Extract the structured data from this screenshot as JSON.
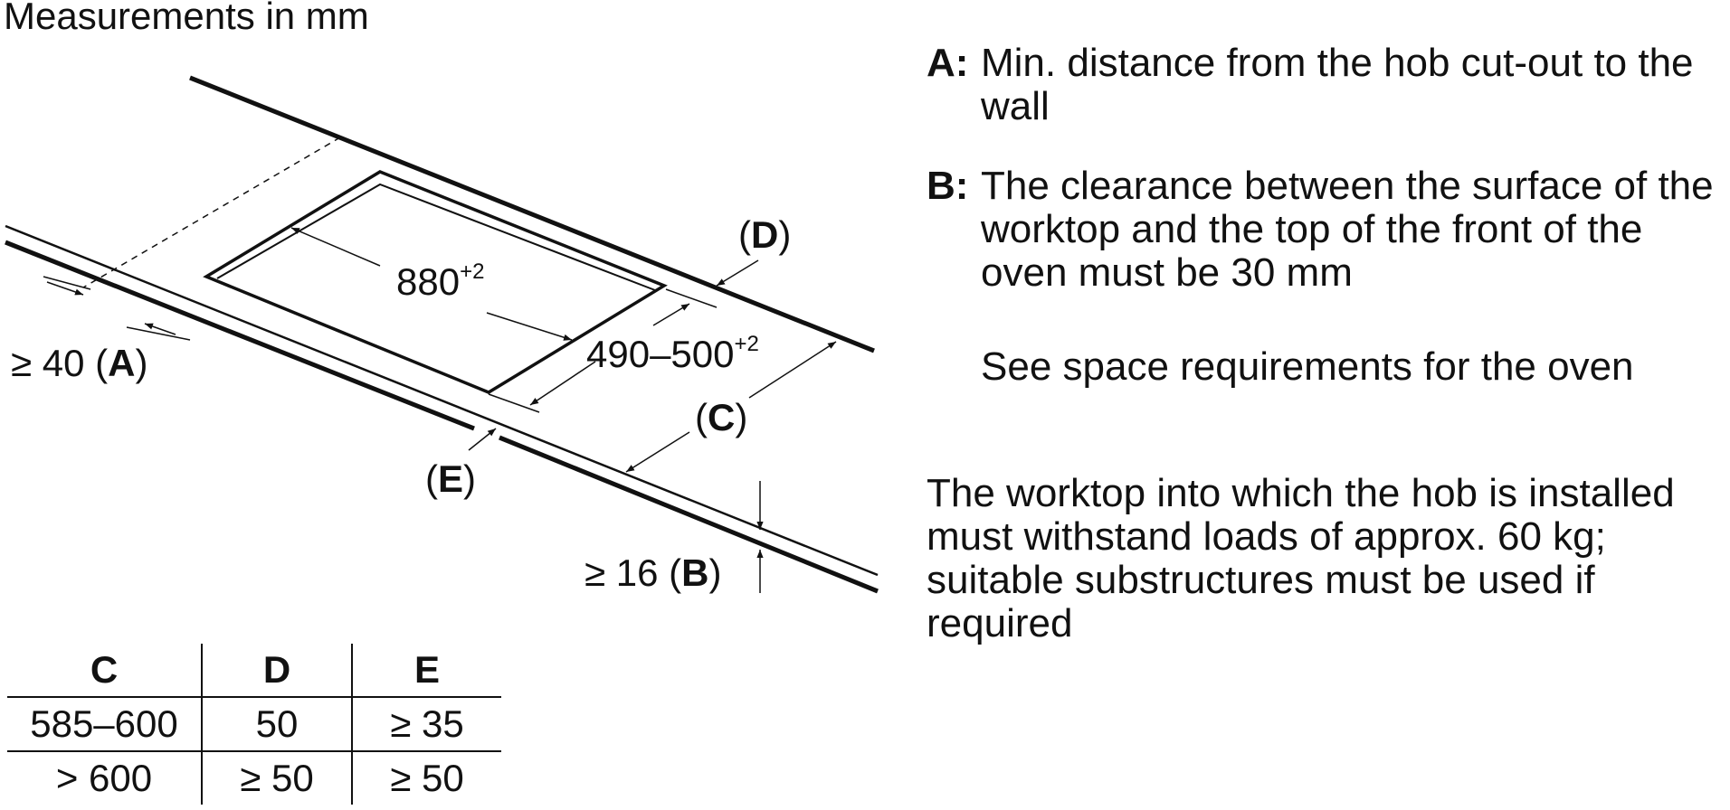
{
  "header": {
    "measurements_caption": "Measurements in mm"
  },
  "labels": {
    "cutout_width": "880",
    "cutout_width_tol": "+2",
    "cutout_depth": "490–500",
    "cutout_depth_tol": "+2",
    "dim_d_open": "(",
    "dim_d_key": "D",
    "dim_d_close": ")",
    "dim_c_open": "(",
    "dim_c_key": "C",
    "dim_c_close": ")",
    "dim_e_open": "(",
    "dim_e_key": "E",
    "dim_e_close": ")",
    "dim_a_value": "≥ 40 (",
    "dim_a_key": "A",
    "dim_a_close": ")",
    "dim_b_value": "≥ 16 (",
    "dim_b_key": "B",
    "dim_b_close": ")"
  },
  "notes": {
    "a_key": "A:",
    "a_text": "Min. distance from the hob cut-out to the wall",
    "b_key": "B:",
    "b_text": "The clearance between the surface of the worktop and the top of the front of the oven must be 30 mm",
    "oven_note": "See space requirements for the oven",
    "load_note": "The worktop into which the hob is installed must withstand loads of approx. 60 kg; suitable substructures must be used if required"
  },
  "table": {
    "headers": [
      "C",
      "D",
      "E"
    ],
    "rows": [
      [
        "585–600",
        "50",
        "≥ 35"
      ],
      [
        "> 600",
        "≥ 50",
        "≥ 50"
      ]
    ]
  }
}
